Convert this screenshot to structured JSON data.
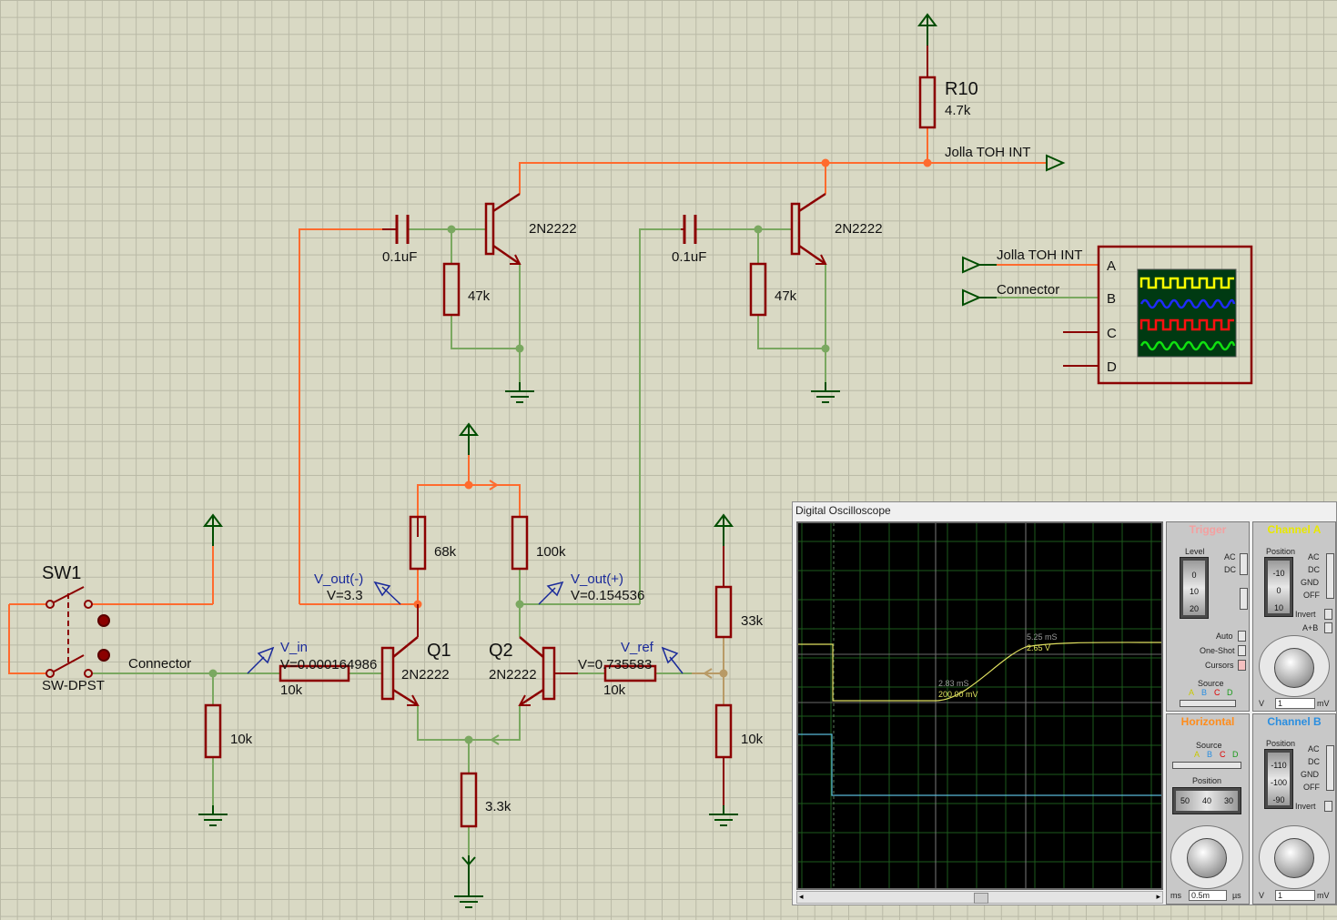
{
  "schematic": {
    "sw1_label": "SW1",
    "sw1_type": "SW-DPST",
    "connector_label": "Connector",
    "r10_label": "R10",
    "r10_value": "4.7k",
    "jolla_label": "Jolla TOH INT",
    "q_left_top": "2N2222",
    "q_right_top": "2N2222",
    "cap_left": "0.1uF",
    "cap_right": "0.1uF",
    "res_47k_left": "47k",
    "res_47k_right": "47k",
    "res_68k": "68k",
    "res_100k": "100k",
    "res_33k": "33k",
    "res_10k_ref": "10k",
    "res_10k_in": "10k",
    "res_10k_gnd": "10k",
    "res_10k_base2": "10k",
    "res_3_3k": "3.3k",
    "q1_label": "Q1",
    "q1_type": "2N2222",
    "q2_label": "Q2",
    "q2_type": "2N2222",
    "probe_vout_minus": "V_out(-)",
    "probe_vout_minus_value": "V=3.3",
    "probe_vout_plus": "V_out(+)",
    "probe_vout_plus_value": "V=0.154536",
    "probe_vin": "V_in",
    "probe_vin_value": "V=0.000164986",
    "probe_vref": "V_ref",
    "probe_vref_value": "V=0.735583"
  },
  "scope_instrument": {
    "input_a": "Jolla TOH INT",
    "input_b": "Connector",
    "pins": [
      "A",
      "B",
      "C",
      "D"
    ]
  },
  "oscilloscope": {
    "title": "Digital Oscilloscope",
    "cursor1_time": "2.83 mS",
    "cursor1_value": "200.00 mV",
    "cursor2_time": "5.25 mS",
    "cursor2_value": "2.65 V",
    "trigger": {
      "title": "Trigger",
      "level": "Level",
      "ac": "AC",
      "dc": "DC",
      "auto": "Auto",
      "oneshot": "One-Shot",
      "cursors": "Cursors",
      "source": "Source",
      "source_letters": [
        "A",
        "B",
        "C",
        "D"
      ],
      "level_ticks": [
        "0",
        "10",
        "20"
      ]
    },
    "horizontal": {
      "title": "Horizontal",
      "source": "Source",
      "source_letters": [
        "A",
        "B",
        "C",
        "D"
      ],
      "position": "Position",
      "pos_ticks": [
        "50",
        "40",
        "30"
      ],
      "unit_left": "ms",
      "value": "0.5m",
      "unit_right": "µs"
    },
    "channel_a": {
      "title": "Channel A",
      "position": "Position",
      "modes": [
        "AC",
        "DC",
        "GND",
        "OFF"
      ],
      "invert": "Invert",
      "aplusb": "A+B",
      "pos_ticks": [
        "-10",
        "0",
        "10"
      ],
      "unit_left": "V",
      "value": "1",
      "unit_right": "mV"
    },
    "channel_b": {
      "title": "Channel B",
      "position": "Position",
      "modes": [
        "AC",
        "DC",
        "GND",
        "OFF"
      ],
      "invert": "Invert",
      "pos_ticks": [
        "-110",
        "-100",
        "-90"
      ],
      "unit_left": "V",
      "value": "1",
      "unit_right": "mV"
    },
    "colors": {
      "trigger_title": "#f4a0a0",
      "horizontal_title": "#ff8c1a",
      "channel_a_title": "#e8e800",
      "channel_b_title": "#2a8ee0",
      "trace_a": "#e0e060",
      "trace_b": "#58b8d8"
    }
  },
  "colors": {
    "wire_orange": "#ff6b2e",
    "wire_green": "#7aa860",
    "wire_tan": "#b89a66",
    "component": "#8b0000",
    "ground": "#004d00",
    "probe": "#1a2a9a"
  }
}
